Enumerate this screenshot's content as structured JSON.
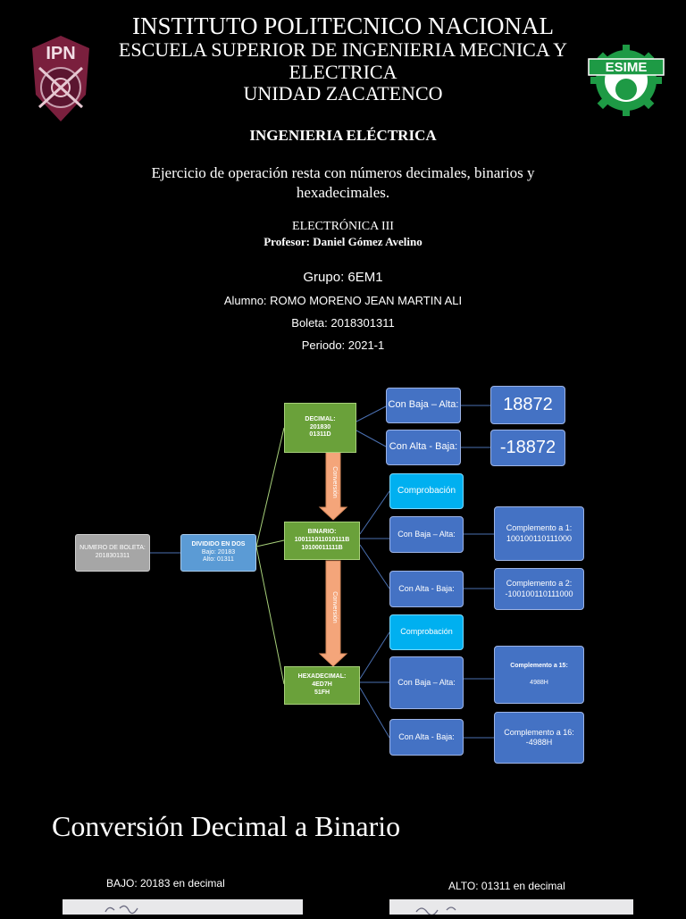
{
  "header": {
    "line1": "INSTITUTO POLITECNICO NACIONAL",
    "line2": "ESCUELA SUPERIOR DE INGENIERIA MECNICA Y",
    "line3": "ELECTRICA",
    "line4": "UNIDAD ZACATENCO",
    "career": "INGENIERIA ELÉCTRICA",
    "description_1": "Ejercicio de operación resta con números decimales, binarios y",
    "description_2": "hexadecimales.",
    "subject": "ELECTRÓNICA III",
    "professor": "Profesor: Daniel Gómez Avelino"
  },
  "logos": {
    "left_text": "IPN",
    "right_text": "ESIME"
  },
  "info": {
    "group": "Grupo: 6EM1",
    "student": "Alumno: ROMO MORENO JEAN MARTIN ALI",
    "boleta": "Boleta: 2018301311",
    "period": "Periodo: 2021-1"
  },
  "diagram": {
    "root": {
      "line1": "NUMERO DE BOLETA:",
      "line2": "2018301311"
    },
    "split": {
      "line1": "DIVIDIDO EN DOS",
      "line2": "Bajo: 20183",
      "line3": "Alto: 01311"
    },
    "decimal": {
      "line1": "DECIMAL:",
      "line2": "201830",
      "line3": "01311D"
    },
    "binario": {
      "line1": "BINARIO:",
      "line2": "100111011010111B",
      "line3": "10100011111B"
    },
    "hexadecimal": {
      "line1": "HEXADECIMAL:",
      "line2": "4ED7H",
      "line3": "51FH"
    },
    "arrow_label": "Conversión",
    "dec_baja_alta": "Con Baja – Alta:",
    "dec_alta_baja": "Con Alta - Baja:",
    "dec_result_1": "18872",
    "dec_result_2": "-18872",
    "comprobacion_1": "Comprobación",
    "bin_baja_alta": "Con Baja – Alta:",
    "bin_alta_baja": "Con Alta - Baja:",
    "bin_comp1_title": "Complemento a 1:",
    "bin_comp1_value": "100100110111000",
    "bin_comp2_title": "Complemento a 2:",
    "bin_comp2_value": "-100100110111000",
    "comprobacion_2": "Comprobación",
    "hex_baja_alta": "Con Baja – Alta:",
    "hex_alta_baja": "Con Alta - Baja:",
    "hex_comp15_title": "Complemento a 15:",
    "hex_comp15_value": "4988H",
    "hex_comp16_title": "Complemento a 16:",
    "hex_comp16_value": "-4988H"
  },
  "section": {
    "title": "Conversión Decimal a Binario",
    "low_caption": "BAJO: 20183 en decimal",
    "high_caption": "ALTO: 01311 en decimal"
  },
  "colors": {
    "ipn_maroon": "#7a1f3d",
    "esime_green": "#1e9a45",
    "box_blue": "#4472c4",
    "box_green": "#6aa13a",
    "box_cyan": "#00b0f0",
    "arrow_orange": "#f4a57a"
  }
}
